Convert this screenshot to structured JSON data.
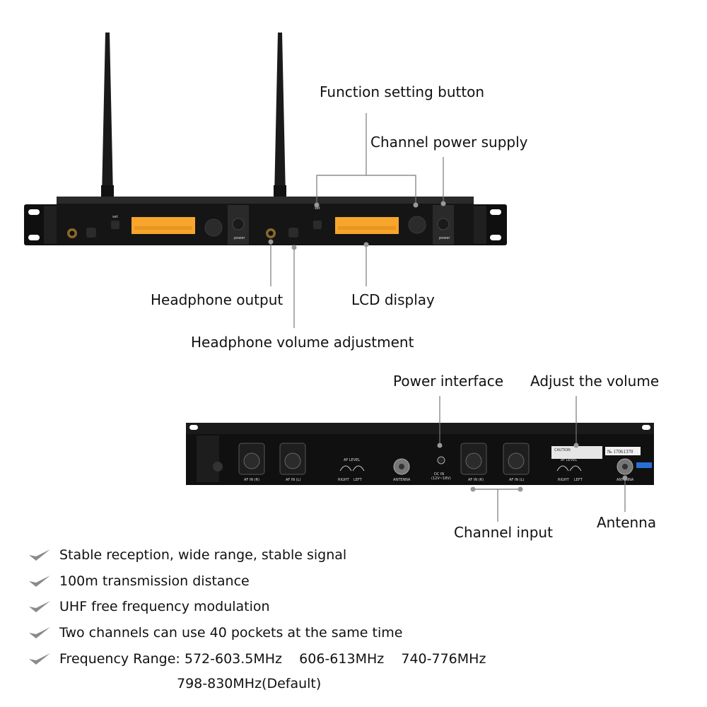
{
  "front_callouts": {
    "function_setting": "Function setting button",
    "channel_power": "Channel power supply",
    "headphone_output": "Headphone output",
    "lcd_display": "LCD display",
    "headphone_volume": "Headphone volume adjustment"
  },
  "front_panel": {
    "power_label": "power",
    "set_label": "set"
  },
  "rear_callouts": {
    "power_interface": "Power interface",
    "adjust_volume": "Adjust the volume",
    "channel_input": "Channel input",
    "antenna": "Antenna"
  },
  "rear_panel": {
    "af_in_r": "AF IN (R)",
    "af_in_l": "AF IN (L)",
    "af_level": "AF LEVEL",
    "right": "RIGHT",
    "left": "LEFT",
    "antenna": "ANTENNA",
    "dc_in": "DC IN",
    "dc_range": "(12V~18V)",
    "caution": "CAUTION",
    "serial": "№ 17061370"
  },
  "features": [
    {
      "text": "Stable reception, wide range, stable signal"
    },
    {
      "text": "100m transmission distance"
    },
    {
      "text": "UHF free frequency modulation"
    },
    {
      "text": "Two channels can use 40 pockets at the same time"
    },
    {
      "text": "Frequency Range: 572-603.5MHz    606-613MHz    740-776MHz"
    }
  ],
  "frequency_extra": "798-830MHz(Default)",
  "colors": {
    "chassis": "#141414",
    "lcd": "#f7a52b",
    "callout_line": "#777777",
    "check": "#8a8a8a"
  },
  "icons": [
    "check-icon",
    "antenna-icon",
    "headphone-icon",
    "xlr-connector-icon",
    "knob-icon"
  ]
}
